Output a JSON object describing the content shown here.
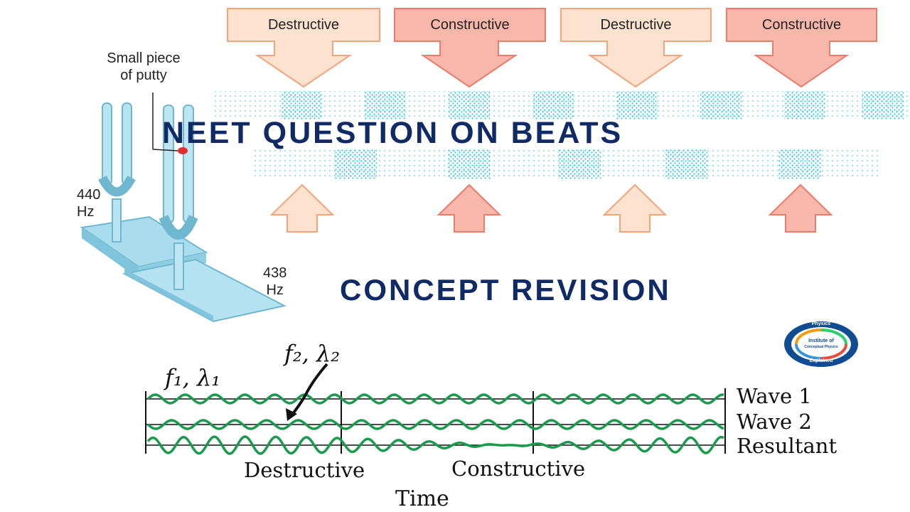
{
  "headline": "NEET QUESTION ON BEATS",
  "subheadline": "CONCEPT REVISION",
  "arrows": [
    {
      "label": "Destructive",
      "kind": "destructive"
    },
    {
      "label": "Constructive",
      "kind": "constructive"
    },
    {
      "label": "Destructive",
      "kind": "destructive"
    },
    {
      "label": "Constructive",
      "kind": "constructive"
    }
  ],
  "tuning_forks": {
    "putty_label_line1": "Small piece",
    "putty_label_line2": "of putty",
    "fork1_freq": "440",
    "fork1_unit": "Hz",
    "fork2_freq": "438",
    "fork2_unit": "Hz"
  },
  "wave_diagram": {
    "f1_label": "f₁, λ₁",
    "f2_label": "f₂, λ₂",
    "wave1_label": "Wave 1",
    "wave2_label": "Wave 2",
    "resultant_label": "Resultant",
    "destructive_label": "Destructive",
    "constructive_label": "Constructive",
    "time_label": "Time"
  },
  "logo": {
    "top_text": "Physics",
    "center_line1": "Institute of",
    "center_line2": "Conceptual Physics",
    "bottom_text": "Explained"
  },
  "colors": {
    "headline": "#102a66",
    "destructive_fill": "#fde2cf",
    "constructive_fill": "#f7b7aa",
    "wave": "#1a9a4c",
    "particles": "#22b8cf",
    "fork": "#9fd6e8"
  }
}
